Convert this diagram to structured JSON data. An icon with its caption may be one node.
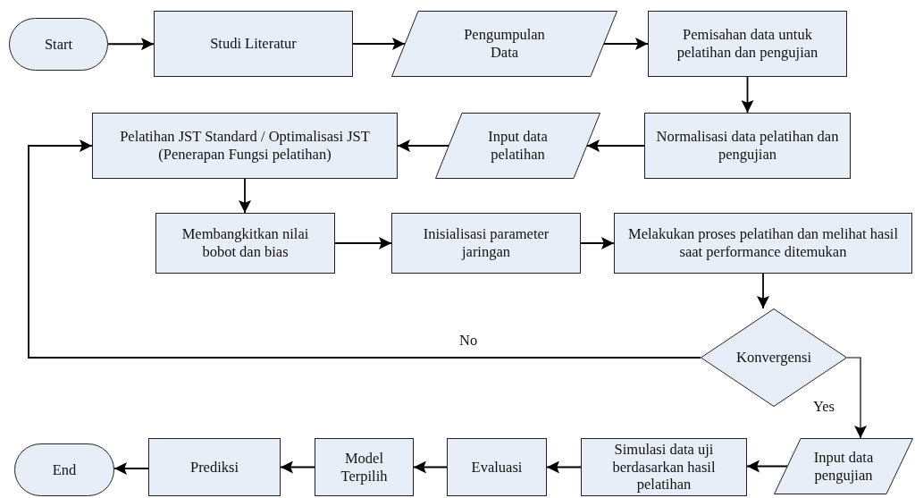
{
  "diagram": {
    "nodes": [
      {
        "text": [
          "Start"
        ]
      },
      {
        "text": [
          "Studi Literatur"
        ]
      },
      {
        "text": [
          "Pengumpulan Data"
        ]
      },
      {
        "text": [
          "Pemisahan data untuk pelatihan dan pengujian"
        ]
      },
      {
        "text": [
          "Normalisasi data pelatihan dan pengujian"
        ]
      },
      {
        "text": [
          "Input data pelatihan"
        ]
      },
      {
        "text": [
          "Pelatihan JST Standard / Optimalisasi JST (Penerapan Fungsi pelatihan)"
        ]
      },
      {
        "text": [
          "Membangkitkan nilai bobot dan bias"
        ]
      },
      {
        "text": [
          "Inisialisasi parameter jaringan"
        ]
      },
      {
        "text": [
          "Melakukan proses pelatihan dan melihat hasil saat performance ditemukan"
        ]
      },
      {
        "text": [
          "Konvergensi"
        ]
      },
      {
        "text": [
          "Input data pengujian"
        ]
      },
      {
        "text": [
          "Simulasi data uji berdasarkan hasil pelatihan"
        ]
      },
      {
        "text": [
          "Evaluasi"
        ]
      },
      {
        "text": [
          "Model Terpilih"
        ]
      },
      {
        "text": [
          "Prediksi"
        ]
      },
      {
        "text": [
          "End"
        ]
      }
    ],
    "edges": [
      {
        "from": 0,
        "to": 1,
        "arrow": "to"
      },
      {
        "from": 1,
        "to": 2,
        "arrow": "to"
      },
      {
        "from": 2,
        "to": 3,
        "arrow": "to"
      },
      {
        "from": 3,
        "to": 4,
        "arrow": "to"
      },
      {
        "from": 4,
        "to": 5,
        "arrow": "to"
      },
      {
        "from": 5,
        "to": 6,
        "arrow": "to"
      },
      {
        "from": 6,
        "to": 7,
        "arrow": "to"
      },
      {
        "from": 7,
        "to": 8,
        "arrow": "to"
      },
      {
        "from": 8,
        "to": 9,
        "arrow": "to"
      },
      {
        "from": 9,
        "to": 10,
        "arrow": "to"
      },
      {
        "from": 10,
        "to": 6,
        "arrow": "to",
        "label": "No"
      },
      {
        "from": 10,
        "to": 11,
        "arrow": "to",
        "label": "Yes"
      },
      {
        "from": 11,
        "to": 12,
        "arrow": "to"
      },
      {
        "from": 12,
        "to": 13,
        "arrow": "to"
      },
      {
        "from": 13,
        "to": 14,
        "arrow": "to"
      },
      {
        "from": 14,
        "to": 15,
        "arrow": "to"
      },
      {
        "from": 15,
        "to": 16,
        "arrow": "to"
      }
    ]
  }
}
